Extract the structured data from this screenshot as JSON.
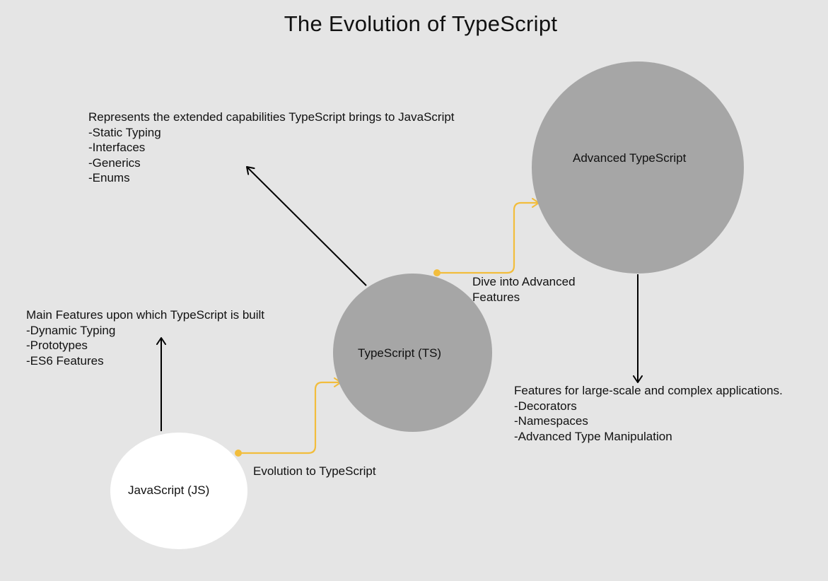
{
  "title": "The Evolution of TypeScript",
  "nodes": {
    "javascript": "JavaScript (JS)",
    "typescript": "TypeScript (TS)",
    "advanced": "Advanced TypeScript"
  },
  "notes": {
    "typescript": {
      "heading": "Represents the extended capabilities TypeScript brings to JavaScript",
      "items": [
        "-Static Typing",
        "-Interfaces",
        "-Generics",
        "-Enums"
      ]
    },
    "javascript": {
      "heading": "Main Features upon which TypeScript is built",
      "items": [
        "-Dynamic Typing",
        "-Prototypes",
        "-ES6 Features"
      ]
    },
    "advanced": {
      "heading": "Features for large-scale and complex applications.",
      "items": [
        "-Decorators",
        "-Namespaces",
        "-Advanced Type Manipulation"
      ]
    }
  },
  "edges": {
    "evolution": "Evolution to TypeScript",
    "dive_line1": "Dive into Advanced",
    "dive_line2": "Features"
  },
  "colors": {
    "background": "#e5e5e5",
    "node_gray": "#a6a6a6",
    "node_white": "#ffffff",
    "connector": "#f2bd3c",
    "arrow": "#000000"
  }
}
